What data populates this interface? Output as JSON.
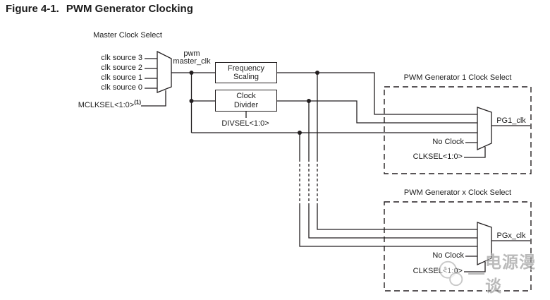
{
  "figure": {
    "label": "Figure 4-1.",
    "title": "PWM Generator Clocking"
  },
  "master_clock": {
    "caption": "Master Clock Select",
    "sources": [
      "clk source 3",
      "clk source 2",
      "clk source 1",
      "clk source 0"
    ],
    "select_label": "MCLKSEL<1:0>",
    "select_footnote": "(1)",
    "output_label_line1": "pwm",
    "output_label_line2": "master_clk"
  },
  "frequency_scaling": {
    "line1": "Frequency",
    "line2": "Scaling"
  },
  "clock_divider": {
    "line1": "Clock",
    "line2": "Divider",
    "select_label": "DIVSEL<1:0>"
  },
  "pg1": {
    "title": "PWM Generator 1 Clock Select",
    "no_clock_label": "No Clock",
    "select_label": "CLKSEL<1:0>",
    "output_label": "PG1_clk"
  },
  "pgx": {
    "title": "PWM Generator x Clock Select",
    "no_clock_label": "No Clock",
    "select_label": "CLKSEL<1:0>",
    "output_label": "PGx_clk"
  },
  "watermark": {
    "dash": "—",
    "text": "电源漫谈"
  },
  "colors": {
    "line": "#231f20",
    "background": "#ffffff",
    "watermark": "#909090"
  }
}
